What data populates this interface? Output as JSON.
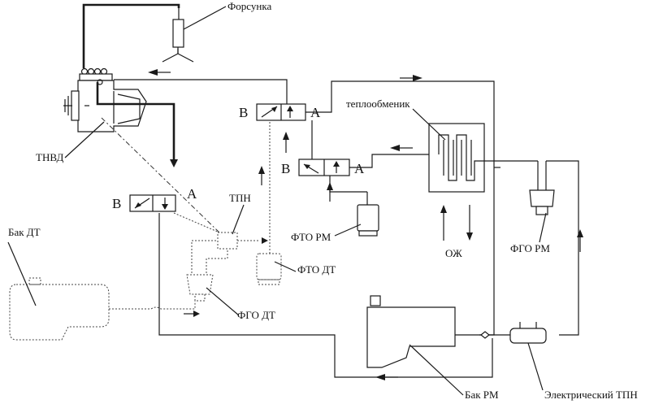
{
  "labels": {
    "injector": "Форсунка",
    "tnvd": "ТНВД",
    "tpn": "ТПН",
    "bak_dt": "Бак ДТ",
    "fto_dt": "ФТО ДТ",
    "fgo_dt": "ФГО ДТ",
    "heat_exchanger": "теплообменик",
    "fto_rm": "ФТО РМ",
    "ozh": "ОЖ",
    "fgo_rm": "ФГО РМ",
    "bak_rm": "Бак РМ",
    "electric_tpn": "Электрический ТПН"
  },
  "valves": {
    "valve1": {
      "left": "В",
      "right": "А"
    },
    "valve2": {
      "left": "В",
      "right": "А"
    },
    "valve3": {
      "left": "В",
      "right": "А"
    }
  },
  "colors": {
    "line": "#1a1a1a",
    "background": "#ffffff"
  }
}
